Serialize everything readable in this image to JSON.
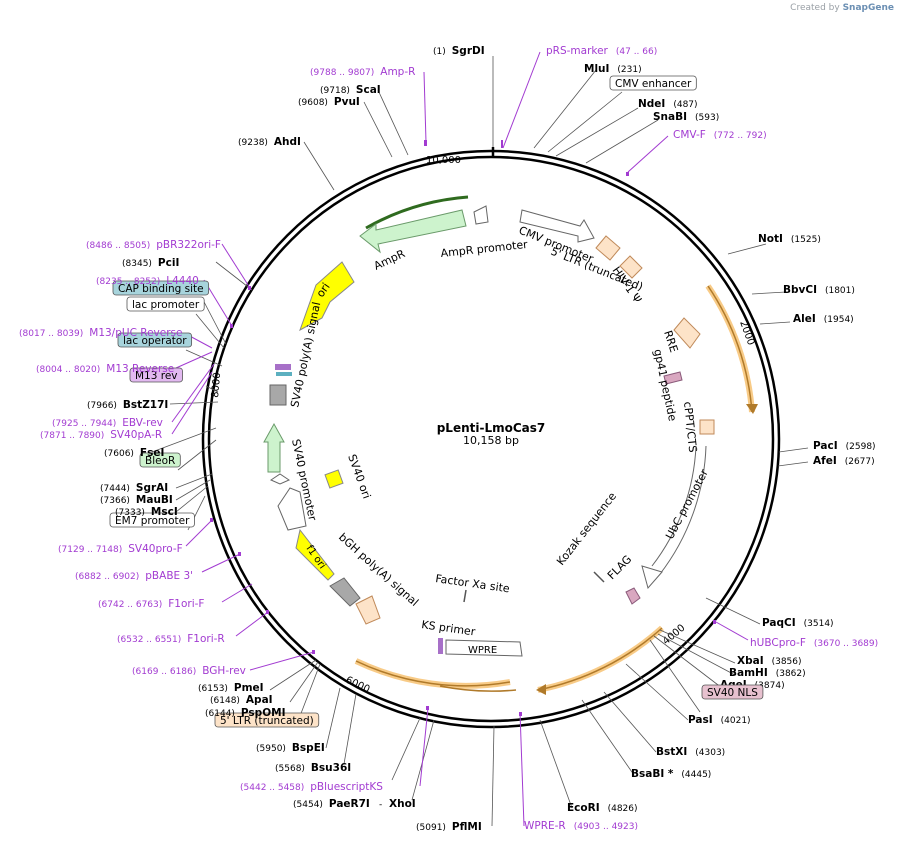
{
  "branding": {
    "prefix": "Created by",
    "name": "SnapGene"
  },
  "plasmid": {
    "name": "pLenti-LmoCas7",
    "size": "10,158 bp",
    "total_bp": 10158
  },
  "ticks": [
    {
      "label": "10,000",
      "bp": 10000
    },
    {
      "label": "2000",
      "bp": 2000
    },
    {
      "label": "4000",
      "bp": 4000
    },
    {
      "label": "6000",
      "bp": 6000
    },
    {
      "label": "8000",
      "bp": 8000
    }
  ],
  "labels": [
    {
      "id": "sgrdi",
      "name": "SgrDI",
      "pos": "(1)",
      "kind": "enzyme"
    },
    {
      "id": "prsmarker",
      "name": "pRS-marker",
      "pos": "(47 .. 66)",
      "kind": "primer"
    },
    {
      "id": "mlui",
      "name": "MluI",
      "pos": "(231)",
      "kind": "enzyme"
    },
    {
      "id": "cmvenh",
      "name": "CMV enhancer",
      "kind": "box",
      "color": "#ffffff"
    },
    {
      "id": "ndei",
      "name": "NdeI",
      "pos": "(487)",
      "kind": "enzyme"
    },
    {
      "id": "snabi",
      "name": "SnaBI",
      "pos": "(593)",
      "kind": "enzyme"
    },
    {
      "id": "cmvf",
      "name": "CMV-F",
      "pos": "(772 .. 792)",
      "kind": "primer"
    },
    {
      "id": "noti",
      "name": "NotI",
      "pos": "(1525)",
      "kind": "enzyme"
    },
    {
      "id": "bbvci",
      "name": "BbvCI",
      "pos": "(1801)",
      "kind": "enzyme"
    },
    {
      "id": "alei",
      "name": "AleI",
      "pos": "(1954)",
      "kind": "enzyme"
    },
    {
      "id": "paci",
      "name": "PacI",
      "pos": "(2598)",
      "kind": "enzyme"
    },
    {
      "id": "afei",
      "name": "AfeI",
      "pos": "(2677)",
      "kind": "enzyme"
    },
    {
      "id": "paqci",
      "name": "PaqCI",
      "pos": "(3514)",
      "kind": "enzyme"
    },
    {
      "id": "hubcpro",
      "name": "hUBCpro-F",
      "pos": "(3670 .. 3689)",
      "kind": "primer"
    },
    {
      "id": "xbai",
      "name": "XbaI",
      "pos": "(3856)",
      "kind": "enzyme"
    },
    {
      "id": "bamhi",
      "name": "BamHI",
      "pos": "(3862)",
      "kind": "enzyme"
    },
    {
      "id": "agei",
      "name": "AgeI",
      "pos": "(3874)",
      "kind": "enzyme"
    },
    {
      "id": "sv40nls",
      "name": "SV40 NLS",
      "kind": "box",
      "color": "#e7c1cf"
    },
    {
      "id": "pasi",
      "name": "PasI",
      "pos": "(4021)",
      "kind": "enzyme"
    },
    {
      "id": "bstxi",
      "name": "BstXI",
      "pos": "(4303)",
      "kind": "enzyme"
    },
    {
      "id": "bsabi",
      "name": "BsaBI *",
      "pos": "(4445)",
      "kind": "enzyme"
    },
    {
      "id": "ecori",
      "name": "EcoRI",
      "pos": "(4826)",
      "kind": "enzyme"
    },
    {
      "id": "wprer",
      "name": "WPRE-R",
      "pos": "(4903 .. 4923)",
      "kind": "primer"
    },
    {
      "id": "pfimi",
      "name": "PflMI",
      "pos": "(5091)",
      "kind": "enzyme"
    },
    {
      "id": "paer7i",
      "name": "PaeR7I",
      "pos": "(5454)",
      "kind": "enzyme"
    },
    {
      "id": "xhoi",
      "name": "XhoI",
      "pos": "- ",
      "kind": "enzyme"
    },
    {
      "id": "pbluescript",
      "name": "pBluescriptKS",
      "pos": "(5442 .. 5458)",
      "kind": "primer"
    },
    {
      "id": "bsu36i",
      "name": "Bsu36I",
      "pos": "(5568)",
      "kind": "enzyme"
    },
    {
      "id": "bspei",
      "name": "BspEI",
      "pos": "(5950)",
      "kind": "enzyme"
    },
    {
      "id": "ltr5",
      "name": "5' LTR (truncated)",
      "kind": "box",
      "color": "#fde3c8"
    },
    {
      "id": "pspomi",
      "name": "PspOMI",
      "pos": "(6144)",
      "kind": "enzyme"
    },
    {
      "id": "apai",
      "name": "ApaI",
      "pos": "(6148)",
      "kind": "enzyme"
    },
    {
      "id": "pmei",
      "name": "PmeI",
      "pos": "(6153)",
      "kind": "enzyme"
    },
    {
      "id": "bghrev",
      "name": "BGH-rev",
      "pos": "(6169 .. 6186)",
      "kind": "primer"
    },
    {
      "id": "f1orir",
      "name": "F1ori-R",
      "pos": "(6532 .. 6551)",
      "kind": "primer"
    },
    {
      "id": "f1orif",
      "name": "F1ori-F",
      "pos": "(6742 .. 6763)",
      "kind": "primer"
    },
    {
      "id": "pbabe",
      "name": "pBABE 3'",
      "pos": "(6882 .. 6902)",
      "kind": "primer"
    },
    {
      "id": "sv40prof",
      "name": "SV40pro-F",
      "pos": "(7129 .. 7148)",
      "kind": "primer"
    },
    {
      "id": "em7",
      "name": "EM7 promoter",
      "kind": "box",
      "color": "#ffffff"
    },
    {
      "id": "msci",
      "name": "MscI",
      "pos": "(7333)",
      "kind": "enzyme"
    },
    {
      "id": "maubi",
      "name": "MauBI",
      "pos": "(7366)",
      "kind": "enzyme"
    },
    {
      "id": "sgrai",
      "name": "SgrAI",
      "pos": "(7444)",
      "kind": "enzyme"
    },
    {
      "id": "bleor",
      "name": "BleoR",
      "kind": "box",
      "color": "#cdf3cd"
    },
    {
      "id": "fsei",
      "name": "FseI",
      "pos": "(7606)",
      "kind": "enzyme"
    },
    {
      "id": "sv40par",
      "name": "SV40pA-R",
      "pos": "(7871 .. 7890)",
      "kind": "primer"
    },
    {
      "id": "ebvrev",
      "name": "EBV-rev",
      "pos": "(7925 .. 7944)",
      "kind": "primer"
    },
    {
      "id": "bstz17i",
      "name": "BstZ17I",
      "pos": "(7966)",
      "kind": "enzyme"
    },
    {
      "id": "m13rev",
      "name": "M13 rev",
      "kind": "box",
      "color": "#e2b9f0"
    },
    {
      "id": "m13reverse",
      "name": "M13 Reverse",
      "pos": "(8004 .. 8020)",
      "kind": "primer"
    },
    {
      "id": "lacop",
      "name": "lac operator",
      "kind": "box",
      "color": "#a7d4dc"
    },
    {
      "id": "m13pucrev",
      "name": "M13/pUC Reverse",
      "pos": "(8017 .. 8039)",
      "kind": "primer"
    },
    {
      "id": "lacprom",
      "name": "lac promoter",
      "kind": "box",
      "color": "#ffffff"
    },
    {
      "id": "capbind",
      "name": "CAP binding site",
      "kind": "box",
      "color": "#a7d4dc"
    },
    {
      "id": "l4440",
      "name": "L4440",
      "pos": "(8235 .. 8252)",
      "kind": "primer"
    },
    {
      "id": "pcii",
      "name": "PciI",
      "pos": "(8345)",
      "kind": "enzyme"
    },
    {
      "id": "pbr322",
      "name": "pBR322ori-F",
      "pos": "(8486 .. 8505)",
      "kind": "primer"
    },
    {
      "id": "ahdi",
      "name": "AhdI",
      "pos": "(9238)",
      "kind": "enzyme"
    },
    {
      "id": "pvui",
      "name": "PvuI",
      "pos": "(9608)",
      "kind": "enzyme"
    },
    {
      "id": "scai",
      "name": "ScaI",
      "pos": "(9718)",
      "kind": "enzyme"
    },
    {
      "id": "ampr_primer",
      "name": "Amp-R",
      "pos": "(9788 .. 9807)",
      "kind": "primer"
    }
  ],
  "features": [
    {
      "id": "ampr",
      "name": "AmpR",
      "color": "#cdf3cd"
    },
    {
      "id": "ampr_prom",
      "name": "AmpR promoter",
      "color": "#ffffff"
    },
    {
      "id": "cmv_prom",
      "name": "CMV promoter",
      "color": "#ffffff"
    },
    {
      "id": "ltr5_in",
      "name": "5' LTR (truncated)",
      "color": "#fde3c8"
    },
    {
      "id": "hiv",
      "name": "HIV-1 Ψ",
      "color": "#fde3c8"
    },
    {
      "id": "rre",
      "name": "RRE",
      "color": "#fde3c8"
    },
    {
      "id": "gp41",
      "name": "gp41 peptide",
      "color": "#d9a7c0"
    },
    {
      "id": "cppt",
      "name": "cPPT/CTS",
      "color": "#fde3c8"
    },
    {
      "id": "ubc",
      "name": "UbC promoter",
      "color": "#ffffff"
    },
    {
      "id": "kozak",
      "name": "Kozak sequence",
      "color": "#ffffff"
    },
    {
      "id": "flag",
      "name": "FLAG",
      "color": "#d9a7c0"
    },
    {
      "id": "factorxa",
      "name": "Factor Xa site",
      "color": "#ffffff"
    },
    {
      "id": "ks",
      "name": "KS primer",
      "color": "#a770c8"
    },
    {
      "id": "wpre",
      "name": "WPRE",
      "color": "#ffffff"
    },
    {
      "id": "bgh",
      "name": "bGH poly(A) signal",
      "color": "#a8a8a8"
    },
    {
      "id": "f1ori",
      "name": "f1 ori",
      "color": "#ffff00"
    },
    {
      "id": "sv40ori",
      "name": "SV40 ori",
      "color": "#ffff00"
    },
    {
      "id": "sv40prom",
      "name": "SV40 promoter",
      "color": "#ffffff"
    },
    {
      "id": "sv40pa",
      "name": "SV40 poly(A) signal",
      "color": "#a8a8a8"
    },
    {
      "id": "ori",
      "name": "ori",
      "color": "#ffff00"
    }
  ],
  "colors": {
    "enzyme": "#000000",
    "primer": "#a23bd1",
    "orf_highlight": "#f4a937",
    "orf_arrow": "#b07a2a",
    "ampr_dark": "#2f6b1f"
  }
}
